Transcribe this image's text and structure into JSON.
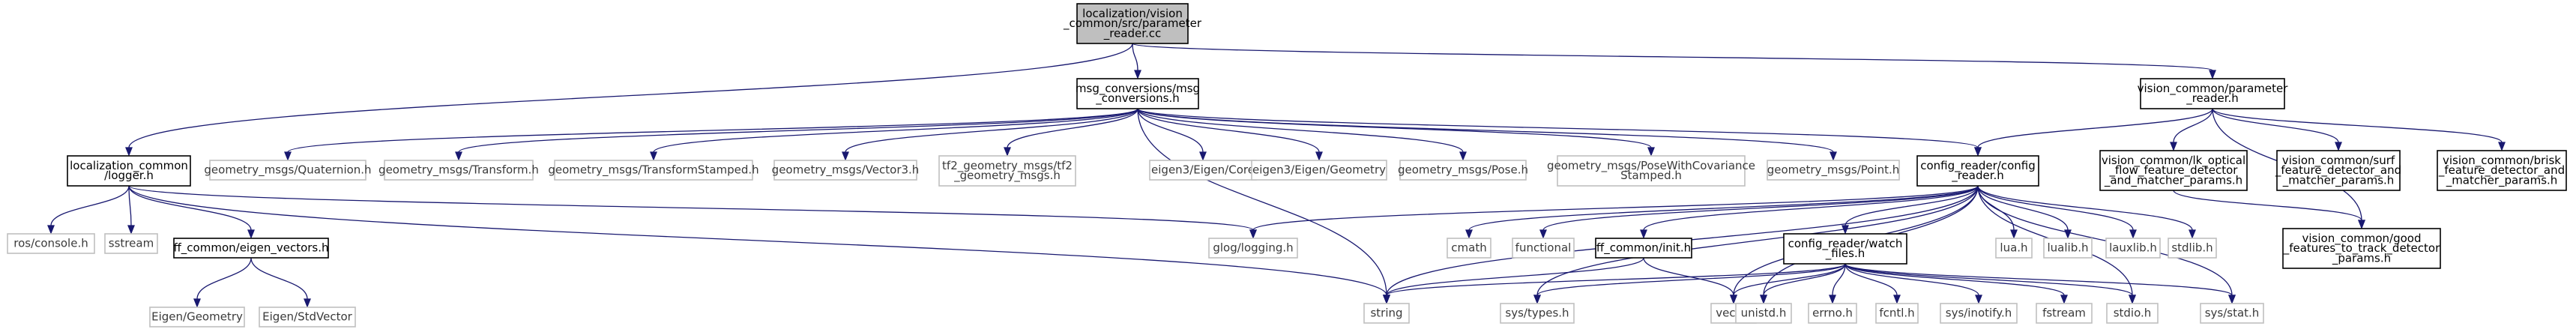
{
  "graph": {
    "nodes": [
      {
        "id": "root",
        "lines": [
          "localization/vision",
          "_common/src/parameter",
          "_reader.cc"
        ],
        "kind": "root"
      },
      {
        "id": "msg_conv",
        "lines": [
          "msg_conversions/msg",
          "_conversions.h"
        ],
        "kind": "solid"
      },
      {
        "id": "param_reader",
        "lines": [
          "vision_common/parameter",
          "_reader.h"
        ],
        "kind": "solid"
      },
      {
        "id": "logger",
        "lines": [
          "localization_common",
          "/logger.h"
        ],
        "kind": "solid"
      },
      {
        "id": "gm_quat",
        "lines": [
          "geometry_msgs/Quaternion.h"
        ],
        "kind": "ext"
      },
      {
        "id": "gm_tf",
        "lines": [
          "geometry_msgs/Transform.h"
        ],
        "kind": "ext"
      },
      {
        "id": "gm_tfs",
        "lines": [
          "geometry_msgs/TransformStamped.h"
        ],
        "kind": "ext"
      },
      {
        "id": "gm_v3",
        "lines": [
          "geometry_msgs/Vector3.h"
        ],
        "kind": "ext"
      },
      {
        "id": "tf2gm",
        "lines": [
          "tf2_geometry_msgs/tf2",
          "_geometry_msgs.h"
        ],
        "kind": "ext"
      },
      {
        "id": "eig_core",
        "lines": [
          "eigen3/Eigen/Core"
        ],
        "kind": "ext"
      },
      {
        "id": "eig_geo",
        "lines": [
          "eigen3/Eigen/Geometry"
        ],
        "kind": "ext"
      },
      {
        "id": "gm_pose",
        "lines": [
          "geometry_msgs/Pose.h"
        ],
        "kind": "ext"
      },
      {
        "id": "gm_pwcs",
        "lines": [
          "geometry_msgs/PoseWithCovariance",
          "Stamped.h"
        ],
        "kind": "ext"
      },
      {
        "id": "gm_point",
        "lines": [
          "geometry_msgs/Point.h"
        ],
        "kind": "ext"
      },
      {
        "id": "config",
        "lines": [
          "config_reader/config",
          "_reader.h"
        ],
        "kind": "solid"
      },
      {
        "id": "lk",
        "lines": [
          "vision_common/lk_optical",
          "_flow_feature_detector",
          "_and_matcher_params.h"
        ],
        "kind": "solid"
      },
      {
        "id": "surf",
        "lines": [
          "vision_common/surf",
          "_feature_detector_and",
          "_matcher_params.h"
        ],
        "kind": "solid"
      },
      {
        "id": "brisk",
        "lines": [
          "vision_common/brisk",
          "_feature_detector_and",
          "_matcher_params.h"
        ],
        "kind": "solid"
      },
      {
        "id": "good",
        "lines": [
          "vision_common/good",
          "_features_to_track_detector",
          "_params.h"
        ],
        "kind": "solid"
      },
      {
        "id": "ros_console",
        "lines": [
          "ros/console.h"
        ],
        "kind": "ext"
      },
      {
        "id": "sstream",
        "lines": [
          "sstream"
        ],
        "kind": "ext"
      },
      {
        "id": "ff_eig",
        "lines": [
          "ff_common/eigen_vectors.h"
        ],
        "kind": "solid"
      },
      {
        "id": "glog",
        "lines": [
          "glog/logging.h"
        ],
        "kind": "ext"
      },
      {
        "id": "cmath",
        "lines": [
          "cmath"
        ],
        "kind": "ext"
      },
      {
        "id": "functional",
        "lines": [
          "functional"
        ],
        "kind": "ext"
      },
      {
        "id": "ff_init",
        "lines": [
          "ff_common/init.h"
        ],
        "kind": "solid"
      },
      {
        "id": "watch",
        "lines": [
          "config_reader/watch",
          "_files.h"
        ],
        "kind": "solid"
      },
      {
        "id": "lua",
        "lines": [
          "lua.h"
        ],
        "kind": "ext"
      },
      {
        "id": "lualib",
        "lines": [
          "lualib.h"
        ],
        "kind": "ext"
      },
      {
        "id": "lauxlib",
        "lines": [
          "lauxlib.h"
        ],
        "kind": "ext"
      },
      {
        "id": "stdlib",
        "lines": [
          "stdlib.h"
        ],
        "kind": "ext"
      },
      {
        "id": "eig_g2",
        "lines": [
          "Eigen/Geometry"
        ],
        "kind": "ext"
      },
      {
        "id": "eig_sv",
        "lines": [
          "Eigen/StdVector"
        ],
        "kind": "ext"
      },
      {
        "id": "string",
        "lines": [
          "string"
        ],
        "kind": "ext"
      },
      {
        "id": "systypes",
        "lines": [
          "sys/types.h"
        ],
        "kind": "ext"
      },
      {
        "id": "vector",
        "lines": [
          "vector"
        ],
        "kind": "ext"
      },
      {
        "id": "unistd",
        "lines": [
          "unistd.h"
        ],
        "kind": "ext"
      },
      {
        "id": "errno",
        "lines": [
          "errno.h"
        ],
        "kind": "ext"
      },
      {
        "id": "fcntl",
        "lines": [
          "fcntl.h"
        ],
        "kind": "ext"
      },
      {
        "id": "inotify",
        "lines": [
          "sys/inotify.h"
        ],
        "kind": "ext"
      },
      {
        "id": "fstream",
        "lines": [
          "fstream"
        ],
        "kind": "ext"
      },
      {
        "id": "stdio",
        "lines": [
          "stdio.h"
        ],
        "kind": "ext"
      },
      {
        "id": "sysstat",
        "lines": [
          "sys/stat.h"
        ],
        "kind": "ext"
      }
    ],
    "edges": [
      [
        "root",
        "msg_conv"
      ],
      [
        "root",
        "param_reader"
      ],
      [
        "root",
        "logger"
      ],
      [
        "msg_conv",
        "gm_quat"
      ],
      [
        "msg_conv",
        "gm_tf"
      ],
      [
        "msg_conv",
        "gm_tfs"
      ],
      [
        "msg_conv",
        "gm_v3"
      ],
      [
        "msg_conv",
        "tf2gm"
      ],
      [
        "msg_conv",
        "eig_core"
      ],
      [
        "msg_conv",
        "eig_geo"
      ],
      [
        "msg_conv",
        "gm_pose"
      ],
      [
        "msg_conv",
        "gm_pwcs"
      ],
      [
        "msg_conv",
        "gm_point"
      ],
      [
        "msg_conv",
        "config"
      ],
      [
        "msg_conv",
        "string"
      ],
      [
        "param_reader",
        "config"
      ],
      [
        "param_reader",
        "lk"
      ],
      [
        "param_reader",
        "surf"
      ],
      [
        "param_reader",
        "brisk"
      ],
      [
        "param_reader",
        "good"
      ],
      [
        "lk",
        "good"
      ],
      [
        "logger",
        "ros_console"
      ],
      [
        "logger",
        "sstream"
      ],
      [
        "logger",
        "ff_eig"
      ],
      [
        "logger",
        "glog"
      ],
      [
        "logger",
        "string"
      ],
      [
        "ff_eig",
        "eig_g2"
      ],
      [
        "ff_eig",
        "eig_sv"
      ],
      [
        "config",
        "glog"
      ],
      [
        "config",
        "cmath"
      ],
      [
        "config",
        "functional"
      ],
      [
        "config",
        "ff_init"
      ],
      [
        "config",
        "watch"
      ],
      [
        "config",
        "lua"
      ],
      [
        "config",
        "lualib"
      ],
      [
        "config",
        "lauxlib"
      ],
      [
        "config",
        "stdlib"
      ],
      [
        "config",
        "string"
      ],
      [
        "config",
        "systypes"
      ],
      [
        "config",
        "vector"
      ],
      [
        "config",
        "unistd"
      ],
      [
        "config",
        "stdio"
      ],
      [
        "config",
        "sysstat"
      ],
      [
        "ff_init",
        "vector"
      ],
      [
        "ff_init",
        "string"
      ],
      [
        "watch",
        "string"
      ],
      [
        "watch",
        "systypes"
      ],
      [
        "watch",
        "vector"
      ],
      [
        "watch",
        "unistd"
      ],
      [
        "watch",
        "errno"
      ],
      [
        "watch",
        "fcntl"
      ],
      [
        "watch",
        "inotify"
      ],
      [
        "watch",
        "fstream"
      ],
      [
        "watch",
        "stdio"
      ],
      [
        "watch",
        "sysstat"
      ]
    ]
  }
}
